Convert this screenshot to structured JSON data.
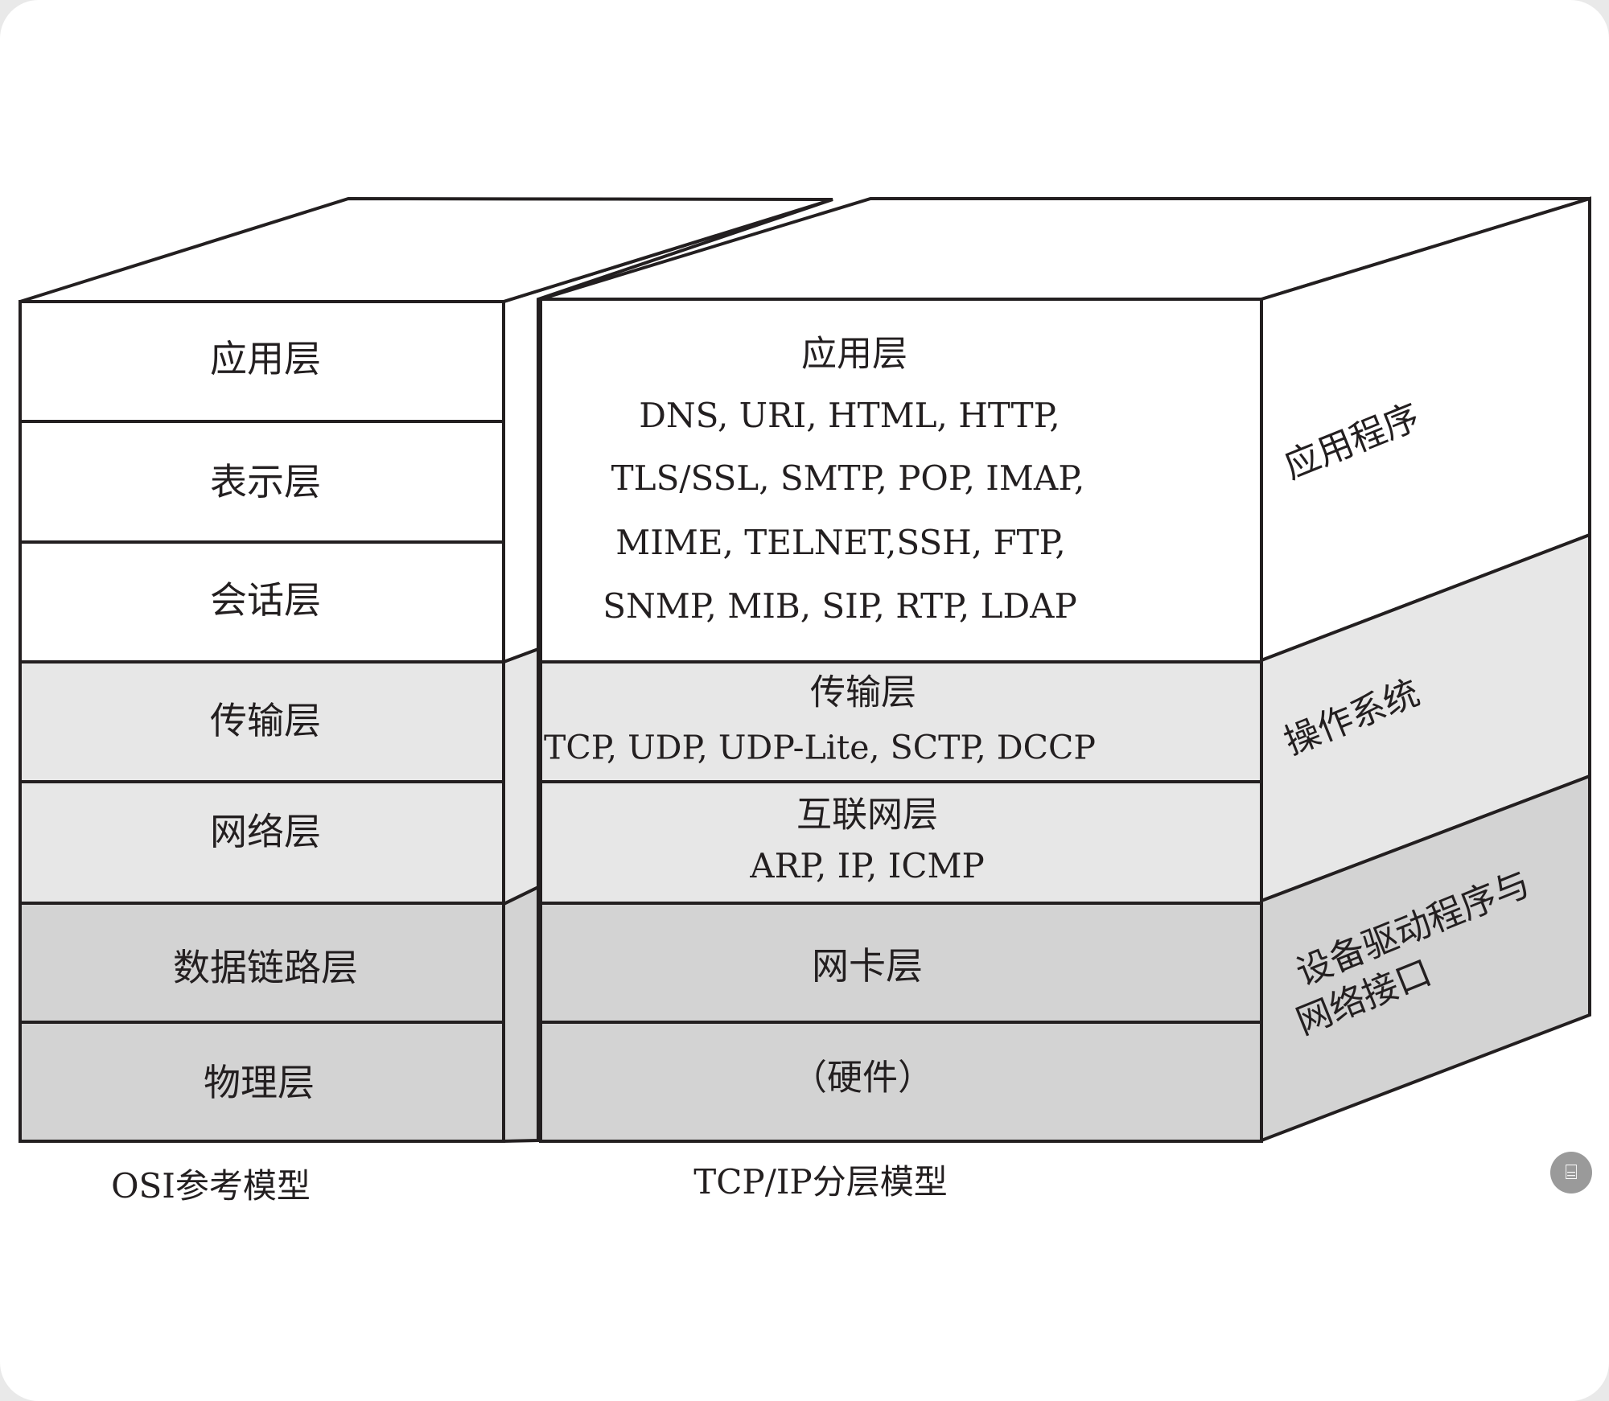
{
  "osi": {
    "layers": [
      "应用层",
      "表示层",
      "会话层",
      "传输层",
      "网络层",
      "数据链路层",
      "物理层"
    ],
    "caption": "OSI参考模型"
  },
  "tcpip": {
    "application": {
      "title": "应用层",
      "protocols": [
        "DNS, URI, HTML, HTTP,",
        "TLS/SSL, SMTP, POP, IMAP,",
        "MIME, TELNET,SSH, FTP,",
        "SNMP, MIB, SIP, RTP, LDAP"
      ]
    },
    "transport": {
      "title": "传输层",
      "protocols": "TCP, UDP, UDP-Lite, SCTP, DCCP"
    },
    "internet": {
      "title": "互联网层",
      "protocols": "ARP, IP, ICMP"
    },
    "link": {
      "title": "网卡层"
    },
    "hardware": {
      "title": "（硬件）"
    },
    "caption": "TCP/IP分层模型"
  },
  "side_labels": {
    "application": "应用程序",
    "os": "操作系统",
    "driver_line1": "设备驱动程序与",
    "driver_line2": "网络接口"
  },
  "colors": {
    "white": "#ffffff",
    "light_gray": "#e7e7e7",
    "mid_gray": "#d3d3d3",
    "stroke": "#231f20"
  },
  "icons": {
    "corner_button": "text-scan-icon"
  }
}
